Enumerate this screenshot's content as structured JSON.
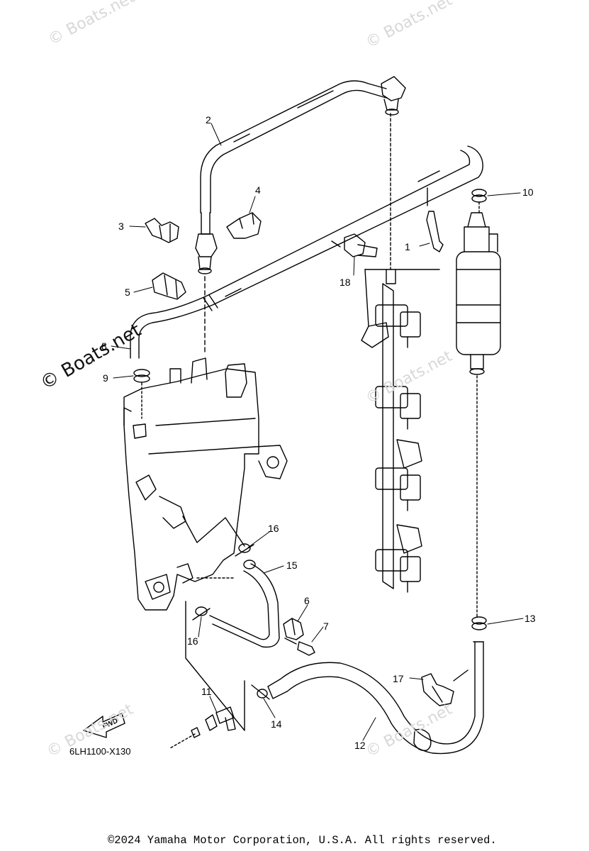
{
  "watermarks": {
    "top_left": "© Boats.net",
    "top_right": "© Boats.net",
    "left_big": "© Boats.net",
    "center": "© Boats.net",
    "bottom_left": "© Boats.net",
    "bottom_center": "© Boats.net"
  },
  "callouts": [
    "1",
    "2",
    "3",
    "4",
    "5",
    "8",
    "9",
    "10",
    "18",
    "16",
    "15",
    "6",
    "7",
    "16",
    "13",
    "11",
    "14",
    "17",
    "12"
  ],
  "part_code": "6LH1100-X130",
  "fwd_label": "FWD",
  "copyright": "©2024 Yamaha Motor Corporation, U.S.A. All rights reserved."
}
